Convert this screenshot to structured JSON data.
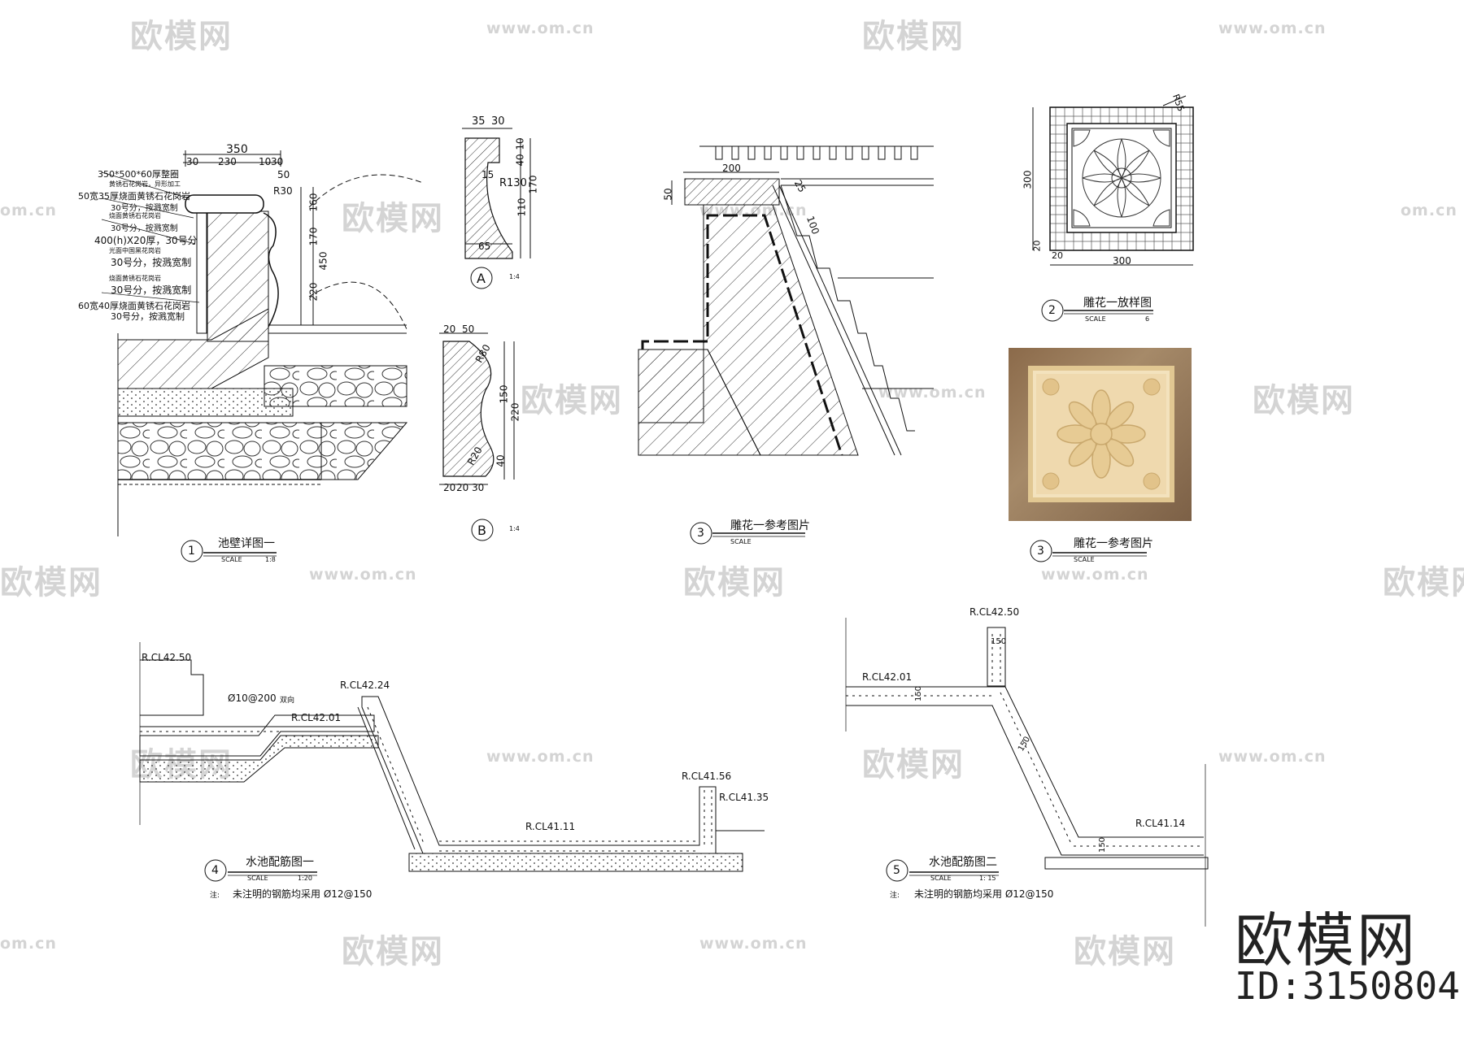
{
  "watermark": {
    "brand": "欧模网",
    "url": "www.om.cn",
    "url_short": "om.cn"
  },
  "branding": {
    "name": "欧模网",
    "id_text": "ID:3150804"
  },
  "detail1": {
    "number": "1",
    "title": "池壁详图一",
    "scale_label": "SCALE",
    "scale_value": "1:8",
    "dims": [
      "350",
      "30",
      "230",
      "10",
      "30",
      "50",
      "R30",
      "160",
      "170",
      "450",
      "220"
    ],
    "notes": [
      "350*500*60厚整圈",
      "黄锈石花岗岩，异形加工",
      "50宽35厚烧面黄锈石花岗岩",
      "30号分，按溅宽制",
      "烧面黄锈石花岗岩",
      "30号分，按溅宽制",
      "400(h)X20厚，30号分",
      "光面中国黑花岗岩",
      "30号分，按溅宽制",
      "烧面黄锈石花岗岩",
      "30号分，按溅宽制",
      "60宽40厚烧面黄锈石花岗岩",
      "30号分，按溅宽制"
    ]
  },
  "detailA": {
    "label": "A",
    "scale": "1:4",
    "dims": [
      "35",
      "30",
      "10",
      "40",
      "15",
      "R130",
      "170",
      "110",
      "65"
    ]
  },
  "detailB": {
    "label": "B",
    "scale": "1:4",
    "dims": [
      "20",
      "50",
      "R80",
      "150",
      "220",
      "R20",
      "40",
      "20",
      "20",
      "30"
    ]
  },
  "detail3a": {
    "number": "3",
    "title": "雕花一参考图片",
    "scale_label": "SCALE",
    "dims": [
      "200",
      "50",
      "25",
      "100"
    ]
  },
  "detail2": {
    "number": "2",
    "title": "雕花一放样图",
    "scale_label": "SCALE",
    "scale_value": "6",
    "dims": [
      "300",
      "300",
      "20",
      "20",
      "R55"
    ]
  },
  "detail3b": {
    "number": "3",
    "title": "雕花一参考图片",
    "scale_label": "SCALE"
  },
  "detail4": {
    "number": "4",
    "title": "水池配筋图一",
    "scale_label": "SCALE",
    "scale_value": "1:20",
    "note_prefix": "注:",
    "note": "未注明的钢筋均采用 Ø12@150",
    "rebar": "Ø10@200",
    "rebar_dir": "双向",
    "levels": [
      "R.CL42.50",
      "R.CL42.24",
      "R.CL42.01",
      "R.CL41.56",
      "R.CL41.35",
      "R.CL41.11"
    ]
  },
  "detail5": {
    "number": "5",
    "title": "水池配筋图二",
    "scale_label": "SCALE",
    "scale_value": "1: 15",
    "note_prefix": "注:",
    "note": "未注明的钢筋均采用 Ø12@150",
    "levels": [
      "R.CL42.50",
      "R.CL42.01",
      "R.CL41.14"
    ],
    "dims": [
      "150",
      "150",
      "150",
      "150"
    ]
  }
}
